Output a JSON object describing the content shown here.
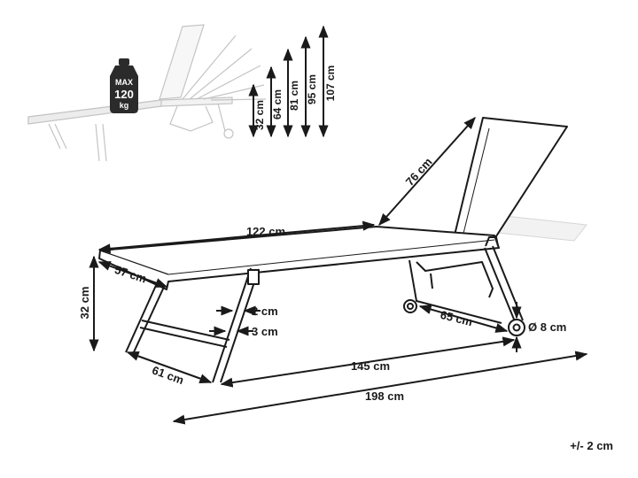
{
  "weight_badge": {
    "line1": "MAX",
    "line2": "120",
    "line3": "kg"
  },
  "heights": [
    "32 cm",
    "64 cm",
    "81 cm",
    "95 cm",
    "107 cm"
  ],
  "dimensions": {
    "backrest": "76 cm",
    "seat_length": "122 cm",
    "width": "57 cm",
    "height": "32 cm",
    "tube_a": "2 cm",
    "tube_b": "3 cm",
    "base_span": "65 cm",
    "wheel": "Ø 8 cm",
    "leg_width": "61 cm",
    "leg_span": "145 cm",
    "total_length": "198 cm"
  },
  "tolerance": "+/- 2 cm",
  "colors": {
    "line": "#1a1a1a",
    "ghost": "#c8c8c8",
    "fabric": "#e6e6e6"
  }
}
